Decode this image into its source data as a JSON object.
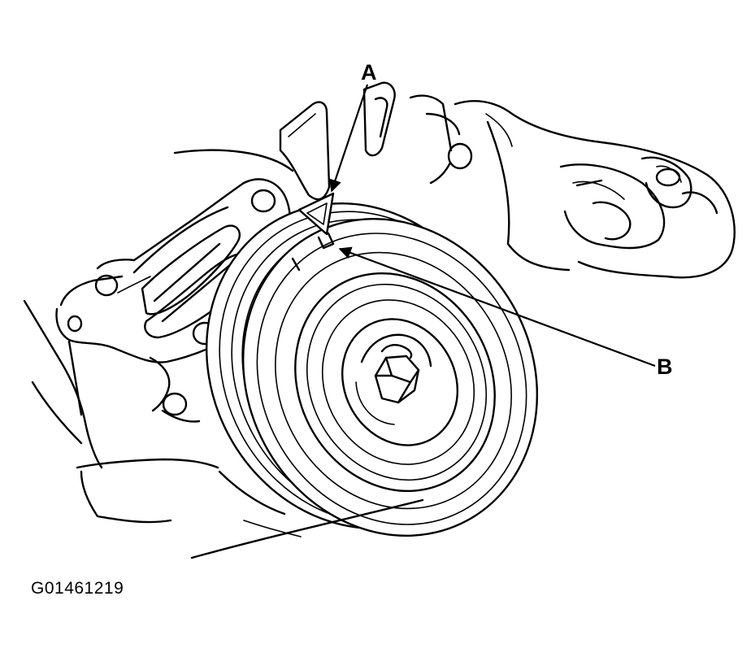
{
  "callouts": {
    "a": "A",
    "b": "B"
  },
  "figure_id": "G01461219"
}
